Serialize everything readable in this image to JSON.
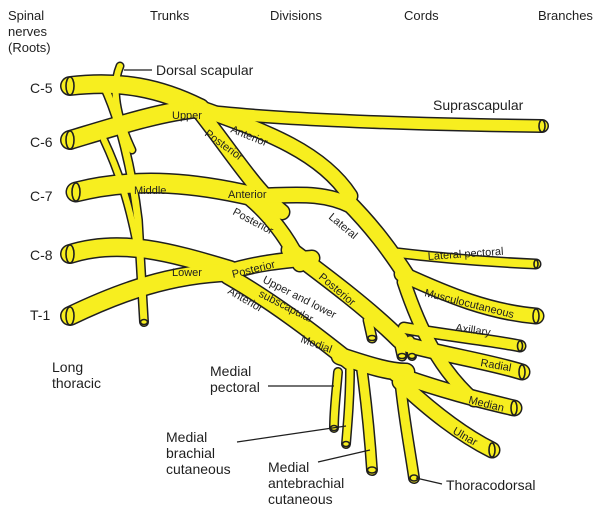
{
  "headers": {
    "roots": [
      "Spinal",
      "nerves",
      "(Roots)"
    ],
    "trunks": "Trunks",
    "divisions": "Divisions",
    "cords": "Cords",
    "branches": "Branches"
  },
  "roots": {
    "c5": "C-5",
    "c6": "C-6",
    "c7": "C-7",
    "c8": "C-8",
    "t1": "T-1"
  },
  "trunks": {
    "upper": "Upper",
    "middle": "Middle",
    "lower": "Lower"
  },
  "divisions": {
    "anterior_upper": "Anterior",
    "posterior_upper": "Posterior",
    "anterior_middle": "Anterior",
    "posterior_middle": "Posterior",
    "posterior_lower": "Posterior",
    "anterior_lower": "Anterior"
  },
  "cords": {
    "lateral": "Lateral",
    "posterior": "Posterior",
    "medial": "Medial"
  },
  "branches": {
    "dorsal_scapular": "Dorsal scapular",
    "suprascapular": "Suprascapular",
    "lateral_pectoral": "Lateral pectoral",
    "musculocutaneous": "Musculocutaneous",
    "axillary": "Axillary",
    "radial": "Radial",
    "median": "Median",
    "ulnar": "Ulnar",
    "thoracodorsal": "Thoracodorsal",
    "upper_lower_subscapular": [
      "Upper and lower",
      "subscapular"
    ],
    "long_thoracic": [
      "Long",
      "thoracic"
    ],
    "medial_pectoral": [
      "Medial",
      "pectoral"
    ],
    "medial_brachial_cutaneous": [
      "Medial",
      "brachial",
      "cutaneous"
    ],
    "medial_antebrachial_cutaneous": [
      "Medial",
      "antebrachial",
      "cutaneous"
    ]
  },
  "colors": {
    "nerve": "#f7ee1f",
    "outline": "#1f1f1f",
    "background": "#ffffff"
  }
}
